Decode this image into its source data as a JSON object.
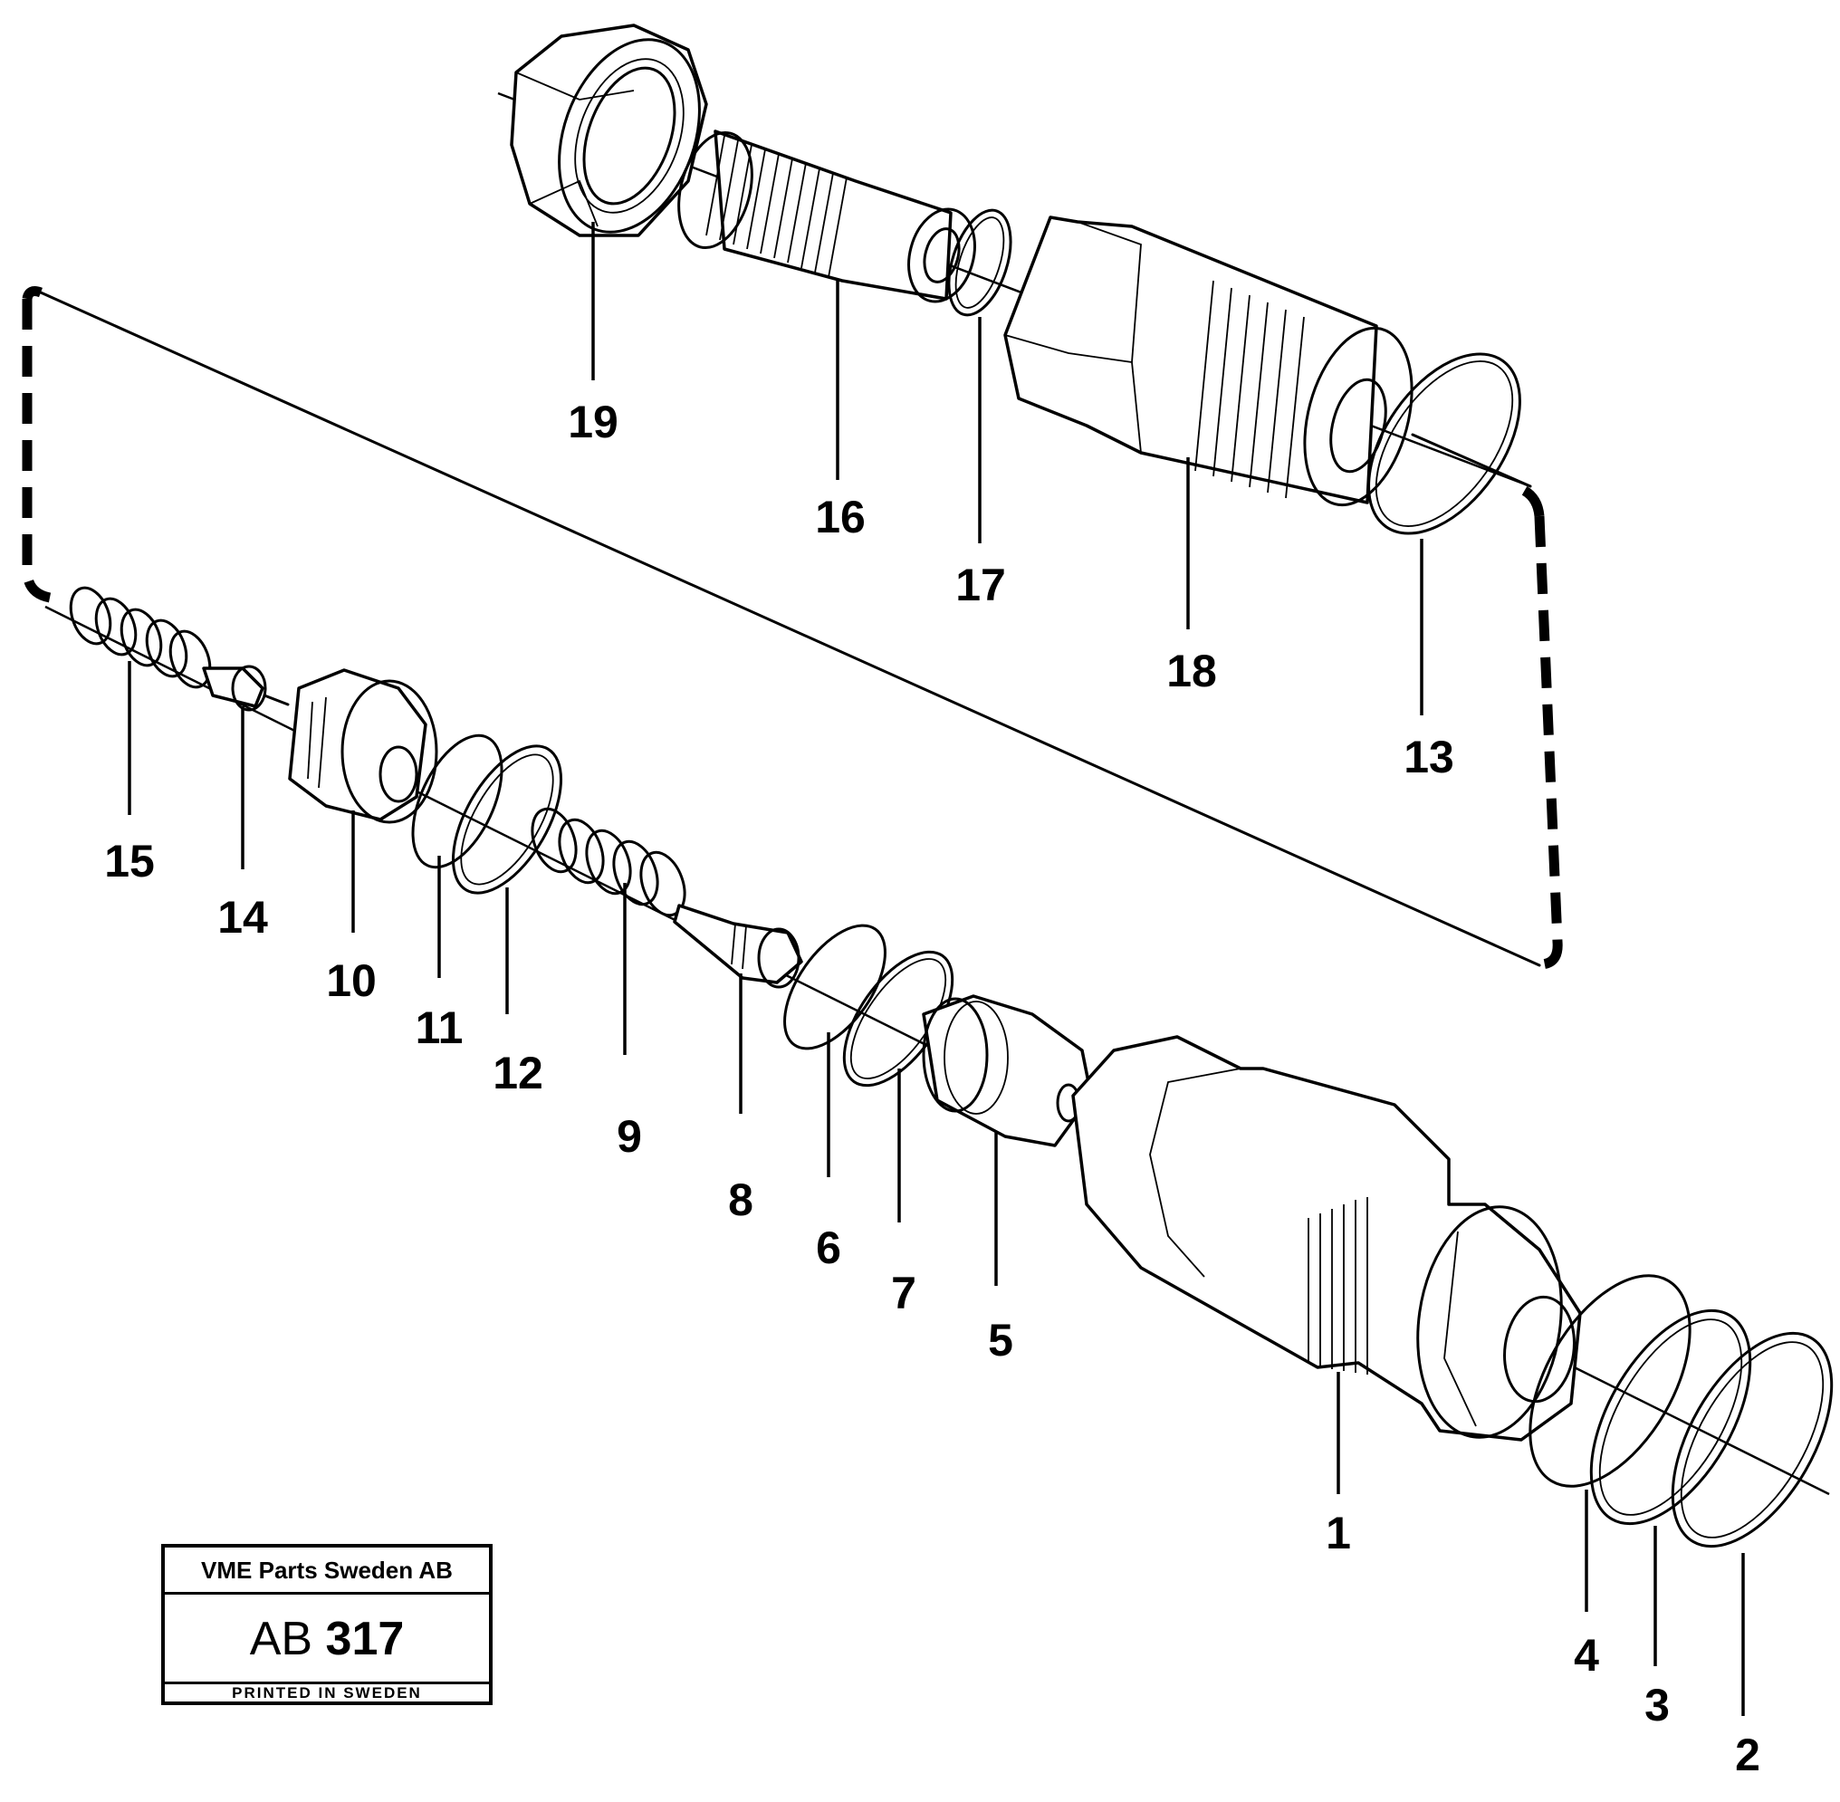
{
  "parts": [
    {
      "id": "p1",
      "label": "1",
      "name": "valve-housing"
    },
    {
      "id": "p2",
      "label": "2",
      "name": "seal-ring"
    },
    {
      "id": "p3",
      "label": "3",
      "name": "backup-ring"
    },
    {
      "id": "p4",
      "label": "4",
      "name": "o-ring"
    },
    {
      "id": "p5",
      "label": "5",
      "name": "valve-seat"
    },
    {
      "id": "p6",
      "label": "6",
      "name": "o-ring"
    },
    {
      "id": "p7",
      "label": "7",
      "name": "backup-ring"
    },
    {
      "id": "p8",
      "label": "8",
      "name": "valve-poppet"
    },
    {
      "id": "p9",
      "label": "9",
      "name": "spring"
    },
    {
      "id": "p10",
      "label": "10",
      "name": "guide-bushing"
    },
    {
      "id": "p11",
      "label": "11",
      "name": "o-ring"
    },
    {
      "id": "p12",
      "label": "12",
      "name": "backup-ring"
    },
    {
      "id": "p13",
      "label": "13",
      "name": "o-ring"
    },
    {
      "id": "p14",
      "label": "14",
      "name": "pilot-poppet"
    },
    {
      "id": "p15",
      "label": "15",
      "name": "spring"
    },
    {
      "id": "p16",
      "label": "16",
      "name": "adjusting-screw"
    },
    {
      "id": "p17",
      "label": "17",
      "name": "o-ring"
    },
    {
      "id": "p18",
      "label": "18",
      "name": "plug"
    },
    {
      "id": "p19",
      "label": "19",
      "name": "lock-nut"
    }
  ],
  "title_block": {
    "company": "VME Parts Sweden AB",
    "code_prefix": "AB",
    "code_number": "317",
    "printed": "PRINTED IN SWEDEN"
  }
}
